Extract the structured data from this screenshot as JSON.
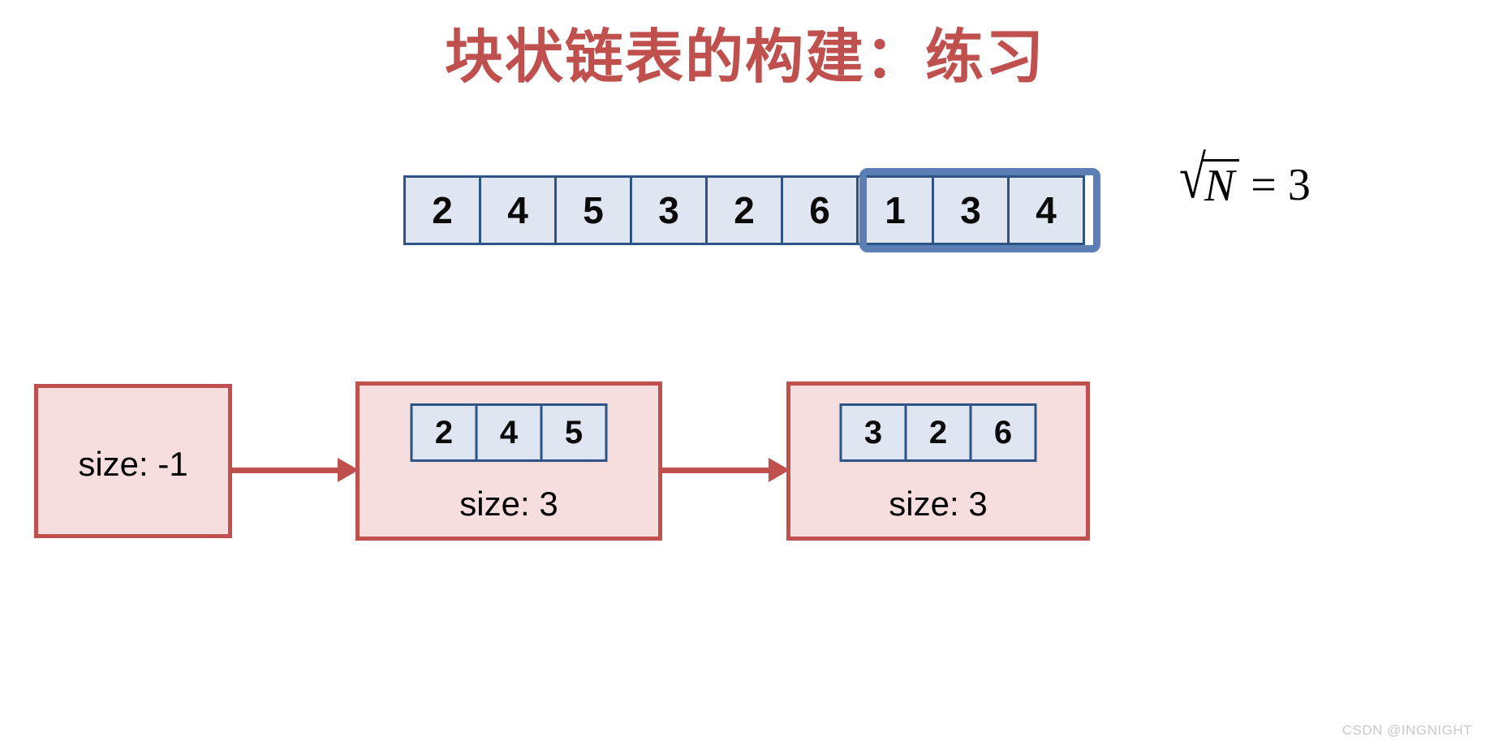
{
  "slide": {
    "title": "块状链表的构建：练习",
    "title_color": "#C0504D",
    "background": "#FFFFFF"
  },
  "array": {
    "name": "source-array",
    "cells": [
      "2",
      "4",
      "5",
      "3",
      "2",
      "6",
      "1",
      "3",
      "4"
    ],
    "cell_fill": "#DFE5F1",
    "cell_border": "#2E5486",
    "highlight": {
      "start_index": 6,
      "count": 3,
      "color": "#5B7FB5",
      "values": [
        "1",
        "3",
        "4"
      ]
    }
  },
  "formula": {
    "radical": "√",
    "radicand": "N",
    "equals": "=",
    "result": "3",
    "plain": "√N = 3"
  },
  "linked_list": {
    "arrow_color": "#C0504D",
    "node_fill": "#F7DEDE",
    "node_border": "#C0504D",
    "nodes": [
      {
        "id": "head",
        "label": "size: -1",
        "cells": []
      },
      {
        "id": "block-1",
        "label": "size: 3",
        "cells": [
          "2",
          "4",
          "5"
        ]
      },
      {
        "id": "block-2",
        "label": "size: 3",
        "cells": [
          "3",
          "2",
          "6"
        ]
      }
    ]
  },
  "watermark": {
    "text": "CSDN @INGNIGHT"
  },
  "chart_data": {
    "type": "diagram",
    "title": "块状链表的构建：练习",
    "source_array": [
      "2",
      "4",
      "5",
      "3",
      "2",
      "6",
      "1",
      "3",
      "4"
    ],
    "block_size": 3,
    "blocks": [
      {
        "size": "-1",
        "values": []
      },
      {
        "size": "3",
        "values": [
          "2",
          "4",
          "5"
        ]
      },
      {
        "size": "3",
        "values": [
          "3",
          "2",
          "6"
        ]
      }
    ]
  }
}
